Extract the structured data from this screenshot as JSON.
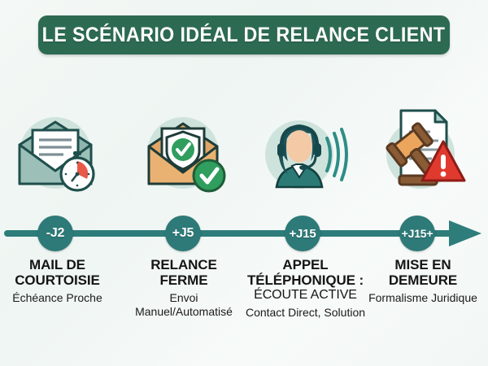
{
  "header": {
    "title": "LE SCÉNARIO IDÉAL DE RELANCE CLIENT",
    "banner_color": "#2c6b52",
    "title_color": "#ffffff"
  },
  "theme": {
    "background": "#f2f7f5",
    "timeline_color": "#2e7d7b",
    "node_color": "#2d7a78",
    "node_text_color": "#ffffff",
    "accent_green": "#2f9e5e",
    "accent_orange": "#e8a659",
    "accent_red": "#e03a2f"
  },
  "timeline": {
    "nodes": [
      {
        "label": "-J2"
      },
      {
        "label": "+J5"
      },
      {
        "label": "+J15"
      },
      {
        "label": "+J15+"
      }
    ],
    "arrow_direction": "right"
  },
  "steps": [
    {
      "icon": "envelope-with-stopwatch-icon",
      "node": "-J2",
      "title": "MAIL DE COURTOISIE",
      "subtitle": "Échéance Proche"
    },
    {
      "icon": "envelope-with-shield-check-icon",
      "node": "+J5",
      "title": "RELANCE FERME",
      "subtitle": "Envoi Manuel/Automatisé"
    },
    {
      "icon": "headset-agent-icon",
      "node": "+J15",
      "title": "APPEL TÉLÉPHONIQUE :",
      "title_line2": "ÉCOUTE ACTIVE",
      "subtitle": "Contact Direct, Solution"
    },
    {
      "icon": "gavel-document-warning-icon",
      "node": "+J15+",
      "title": "MISE EN DEMEURE",
      "subtitle": "Formalisme Juridique"
    }
  ]
}
